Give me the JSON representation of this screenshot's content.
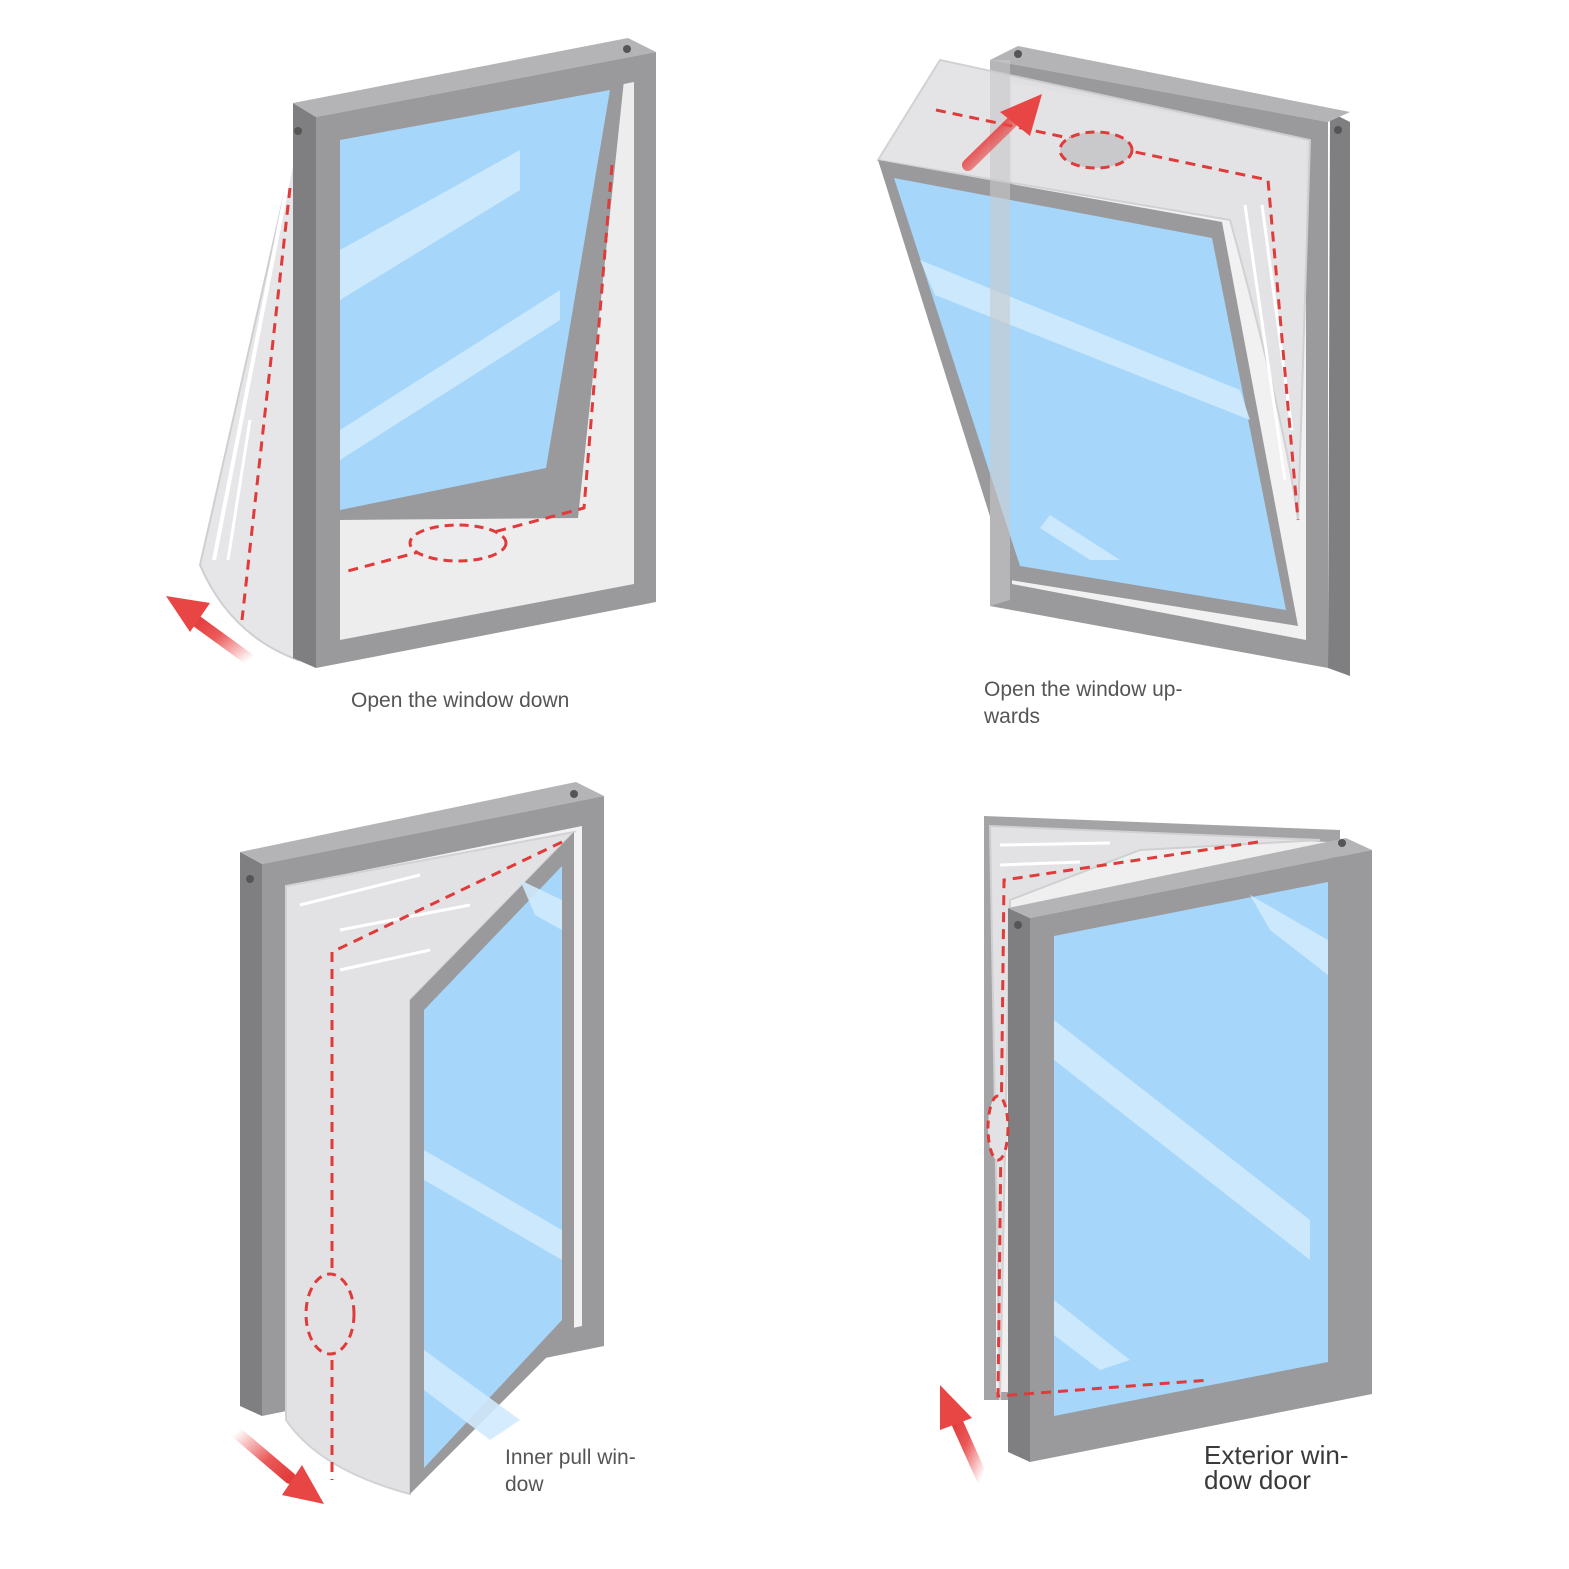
{
  "captions": {
    "top_left": [
      "Open the window down"
    ],
    "top_right": [
      "Open the window up-",
      "wards"
    ],
    "bottom_left": [
      "Inner pull win-",
      "dow"
    ],
    "bottom_right": [
      "Exterior win-",
      "dow door"
    ]
  },
  "icons": {
    "arrow": "red-arrow-icon",
    "vent_opening": "hose-opening-icon"
  },
  "colors": {
    "frame": "#9a9a9c",
    "frame_dark": "#7e7e80",
    "glass": "#a6d6fa",
    "glass_highlight": "#cfeafd",
    "sealing_cloth": "#e4e4e6",
    "zipper_line": "#e03a3a",
    "arrow": "#e84545"
  }
}
